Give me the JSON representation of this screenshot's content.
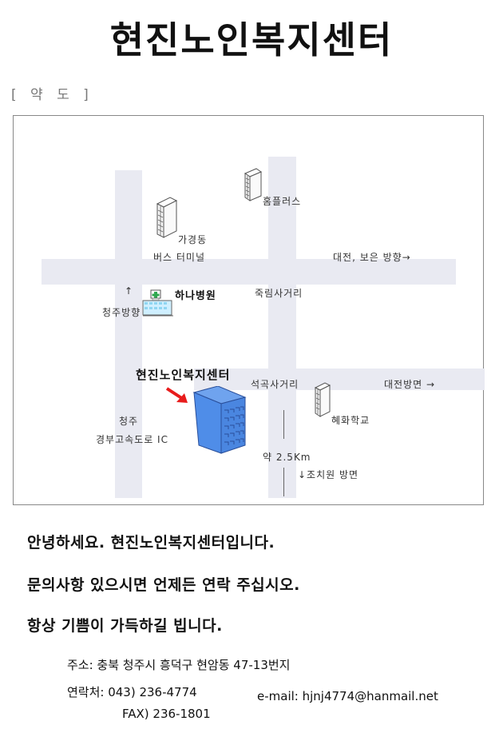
{
  "title": "현진노인복지센터",
  "section_label": "[ 약 도 ]",
  "map": {
    "labels": {
      "holplus": "홈플러스",
      "gagyeong": "가경동",
      "bus_terminal": "버스 터미널",
      "daejeon_boeun": "대전, 보은 방향→",
      "jukrim": "죽림사거리",
      "hana_hospital": "하나병원",
      "up_arrow": "↑",
      "cheongju_dir": "청주방향",
      "center": "현진노인복지센터",
      "seokgok": "석곡사거리",
      "daejeon_dir": "대전방면 →",
      "hyehwa": "혜화학교",
      "cheongju": "청주",
      "gyeongbu_ic": "경부고속도로 IC",
      "distance": "약 2.5Km",
      "jochiwon": "↓조치원 방면"
    },
    "colors": {
      "road": "#e9eaf2",
      "center_building": "#4f8de8",
      "arrow": "#e81c1c",
      "hospital_cross": "#2fa84f"
    }
  },
  "messages": [
    "안녕하세요. 현진노인복지센터입니다.",
    "문의사항 있으시면 언제든 연락 주십시오.",
    "항상 기쁨이 가득하길 빕니다."
  ],
  "contact": {
    "address": "주소: 충북 청주시 흥덕구 현암동 47-13번지",
    "phone": "연락처: 043) 236-4774",
    "fax": "FAX) 236-1801",
    "email": "e-mail: hjnj4774@hanmail.net"
  }
}
